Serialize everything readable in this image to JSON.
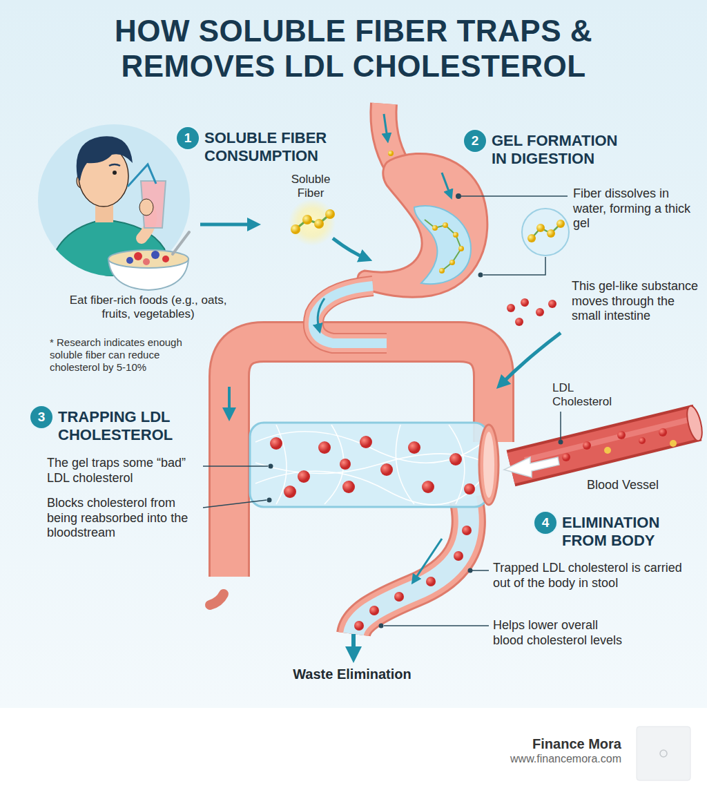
{
  "diagram": {
    "title": "HOW SOLUBLE FIBER TRAPS & REMOVES LDL CHOLESTEROL",
    "nodes": [
      {
        "text": [
          "1",
          "SOLUBLE FIBER CONSUMPTION"
        ]
      },
      {
        "text": [
          "2",
          "GEL FORMATION IN DIGESTION"
        ]
      },
      {
        "text": [
          "3",
          "TRAPPING LDL CHOLESTEROL"
        ]
      },
      {
        "text": [
          "4",
          "ELIMINATION FROM BODY"
        ]
      },
      {
        "text": [
          "Finance Mora",
          "www.financemora.com"
        ]
      }
    ],
    "labels": [
      "Soluble Fiber",
      "Eat fiber-rich foods (e.g., oats, fruits, vegetables)",
      "* Research indicates enough soluble fiber can reduce cholesterol by 5-10%",
      "Fiber dissolves in water, forming a thick gel",
      "This gel-like substance moves through the small intestine",
      "LDL Cholesterol",
      "Blood Vessel",
      "The gel traps some “bad” LDL cholesterol",
      "Blocks cholesterol from being reabsorbed into the bloodstream",
      "Trapped LDL cholesterol is carried out of the body in stool",
      "Helps lower overall blood cholesterol levels",
      "Waste Elimination"
    ]
  }
}
